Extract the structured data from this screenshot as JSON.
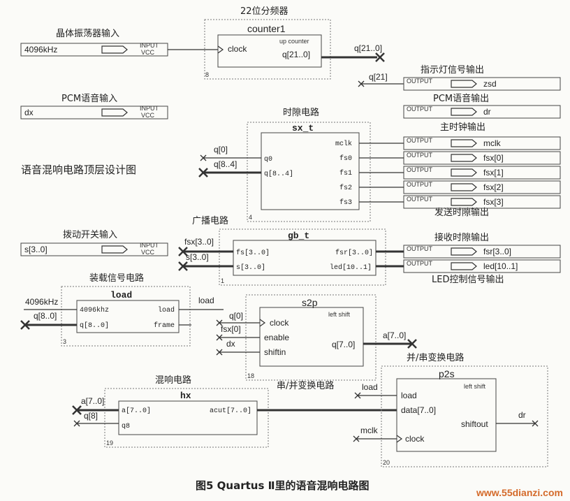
{
  "title": "语音混响电路顶层设计图",
  "caption": "图5 Quartus Ⅱ里的语音混响电路图",
  "watermark": "www.55dianzi.com",
  "pin_labels": {
    "input": "INPUT",
    "vcc": "VCC",
    "output": "OUTPUT"
  },
  "section_labels": {
    "divider": "22位分频器",
    "crystal_input": "晶体振荡器输入",
    "pcm_input": "PCM语音输入",
    "slot_circuit": "时隙电路",
    "dip_switch": "拨动开关输入",
    "broadcast": "广播电路",
    "load_circuit": "装载信号电路",
    "mix_circuit": "混响电路",
    "s2p_label": "串/并变换电路",
    "p2s_label": "并/串变换电路",
    "indicator_out": "指示灯信号输出",
    "pcm_out": "PCM语音输出",
    "main_clock_out": "主时钟输出",
    "send_slot_out": "发送时隙输出",
    "recv_slot_out": "接收时隙输出",
    "led_ctrl_out": "LED控制信号输出"
  },
  "inputs": {
    "osc": "4096kHz",
    "pcm": "dx",
    "switch": "s[3..0]"
  },
  "outputs": [
    "zsd",
    "dr",
    "mclk",
    "fsx[0]",
    "fsx[1]",
    "fsx[2]",
    "fsx[3]",
    "fsr[3..0]",
    "led[10..1]"
  ],
  "blocks": {
    "counter1": {
      "name": "counter1",
      "sub": "up counter",
      "clk": "clock",
      "out": "q[21..0]",
      "num": "8"
    },
    "sx_t": {
      "name": "sx_t",
      "in": [
        "q0",
        "q[8..4]"
      ],
      "out": [
        "mclk",
        "fs0",
        "fs1",
        "fs2",
        "fs3"
      ],
      "num": "4"
    },
    "gb_t": {
      "name": "gb_t",
      "in": [
        "fs[3..0]",
        "s[3..0]"
      ],
      "out": [
        "fsr[3..0]",
        "led[10..1]"
      ],
      "num": "1"
    },
    "load": {
      "name": "load",
      "in": [
        "4096khz",
        "q[8..0]"
      ],
      "out": [
        "load",
        "frame"
      ],
      "num": "3"
    },
    "s2p": {
      "name": "s2p",
      "sub": "left shift",
      "in": [
        "clock",
        "enable",
        "shiftin"
      ],
      "out": "q[7..0]",
      "num": "18"
    },
    "hx": {
      "name": "hx",
      "in": [
        "a[7..0]",
        "q8"
      ],
      "out": "acut[7..0]",
      "num": "19"
    },
    "p2s": {
      "name": "p2s",
      "sub": "left shift",
      "in": [
        "load",
        "data[7..0]",
        "clock"
      ],
      "out": "shiftout",
      "num": "20"
    }
  },
  "nets": {
    "q21_0": "q[21..0]",
    "q21": "q[21]",
    "q0": "q[0]",
    "q8_4": "q[8..4]",
    "fsx3_0": "fsx[3..0]",
    "s3_0": "s[3..0]",
    "osc": "4096kHz",
    "q8_0": "q[8..0]",
    "load": "load",
    "fsx0": "fsx[0]",
    "dx": "dx",
    "a7_0": "a[7..0]",
    "q8": "q[8]",
    "mclk": "mclk",
    "dr": "dr"
  }
}
